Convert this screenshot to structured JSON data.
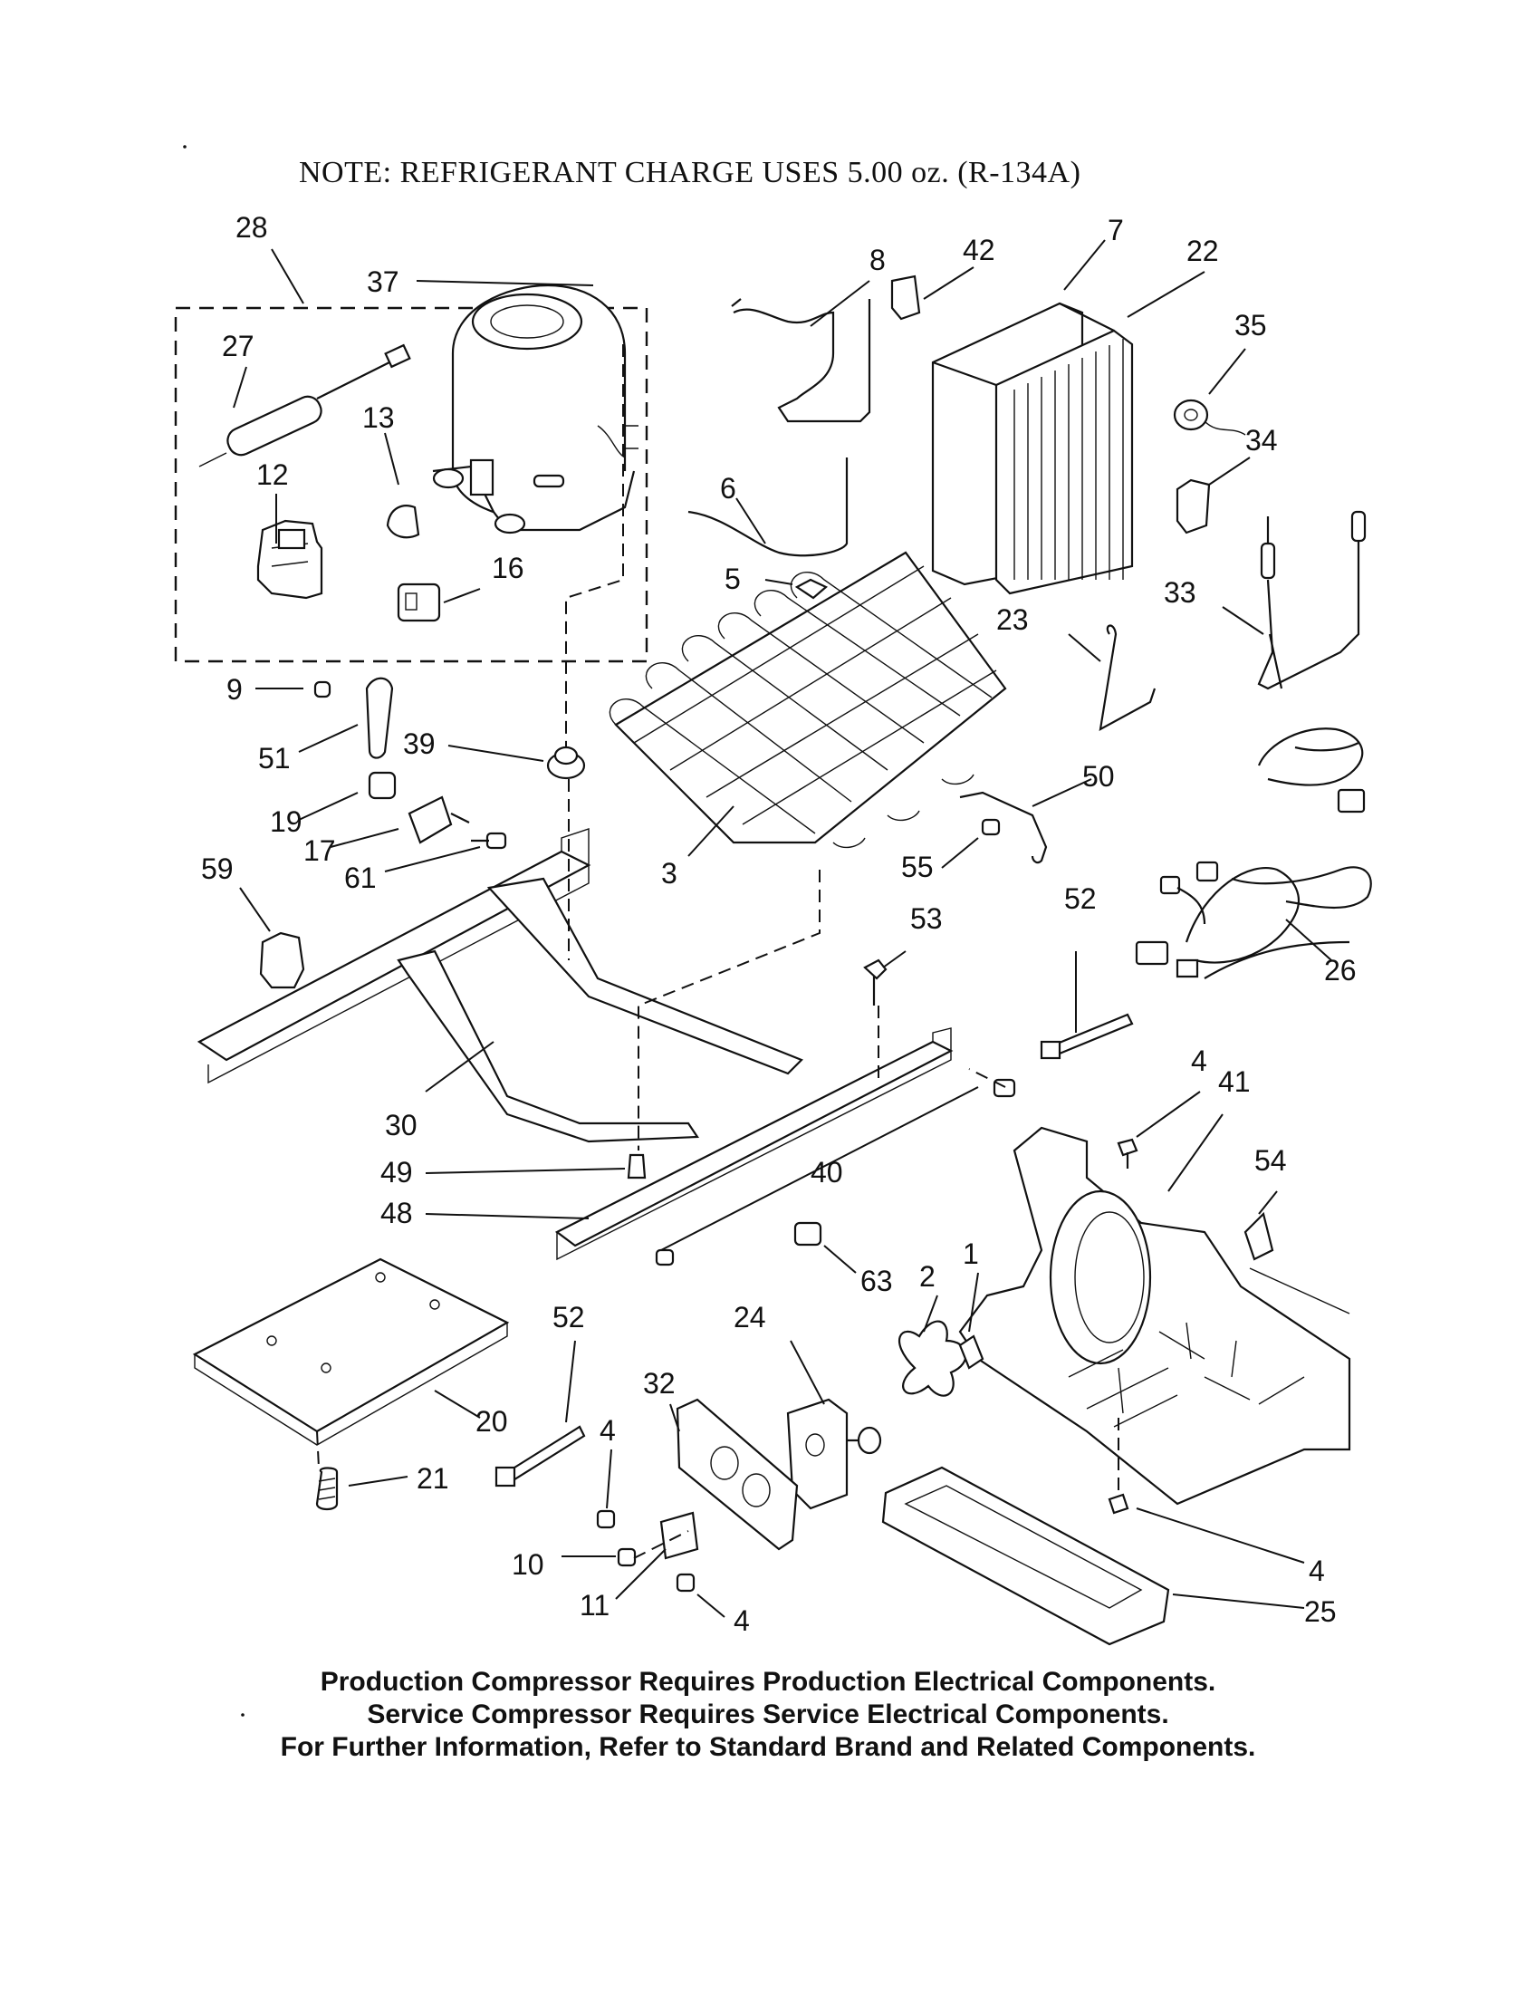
{
  "note": "NOTE: REFRIGERANT CHARGE USES 5.00 oz. (R-134A)",
  "footer": [
    "Production Compressor Requires Production Electrical Components.",
    "Service Compressor Requires Service Electrical Components.",
    "For Further Information, Refer to Standard Brand and Related Components."
  ],
  "callouts": [
    {
      "id": "c28",
      "label": "28"
    },
    {
      "id": "c37",
      "label": "37"
    },
    {
      "id": "c27",
      "label": "27"
    },
    {
      "id": "c13",
      "label": "13"
    },
    {
      "id": "c12",
      "label": "12"
    },
    {
      "id": "c16",
      "label": "16"
    },
    {
      "id": "c8",
      "label": "8"
    },
    {
      "id": "c42",
      "label": "42"
    },
    {
      "id": "c7",
      "label": "7"
    },
    {
      "id": "c22",
      "label": "22"
    },
    {
      "id": "c35",
      "label": "35"
    },
    {
      "id": "c34",
      "label": "34"
    },
    {
      "id": "c6",
      "label": "6"
    },
    {
      "id": "c5",
      "label": "5"
    },
    {
      "id": "c23",
      "label": "23"
    },
    {
      "id": "c33",
      "label": "33"
    },
    {
      "id": "c9",
      "label": "9"
    },
    {
      "id": "c51",
      "label": "51"
    },
    {
      "id": "c39",
      "label": "39"
    },
    {
      "id": "c19",
      "label": "19"
    },
    {
      "id": "c17",
      "label": "17"
    },
    {
      "id": "c61",
      "label": "61"
    },
    {
      "id": "c3",
      "label": "3"
    },
    {
      "id": "c50",
      "label": "50"
    },
    {
      "id": "c55",
      "label": "55"
    },
    {
      "id": "c59",
      "label": "59"
    },
    {
      "id": "c52a",
      "label": "52"
    },
    {
      "id": "c53",
      "label": "53"
    },
    {
      "id": "c26",
      "label": "26"
    },
    {
      "id": "c30",
      "label": "30"
    },
    {
      "id": "c49",
      "label": "49"
    },
    {
      "id": "c48",
      "label": "48"
    },
    {
      "id": "c40",
      "label": "40"
    },
    {
      "id": "c4a",
      "label": "4"
    },
    {
      "id": "c41",
      "label": "41"
    },
    {
      "id": "c54",
      "label": "54"
    },
    {
      "id": "c63",
      "label": "63"
    },
    {
      "id": "c2",
      "label": "2"
    },
    {
      "id": "c1",
      "label": "1"
    },
    {
      "id": "c52b",
      "label": "52"
    },
    {
      "id": "c24",
      "label": "24"
    },
    {
      "id": "c32",
      "label": "32"
    },
    {
      "id": "c20",
      "label": "20"
    },
    {
      "id": "c4b",
      "label": "4"
    },
    {
      "id": "c21",
      "label": "21"
    },
    {
      "id": "c10",
      "label": "10"
    },
    {
      "id": "c11",
      "label": "11"
    },
    {
      "id": "c4c",
      "label": "4"
    },
    {
      "id": "c4d",
      "label": "4"
    },
    {
      "id": "c25",
      "label": "25"
    }
  ]
}
